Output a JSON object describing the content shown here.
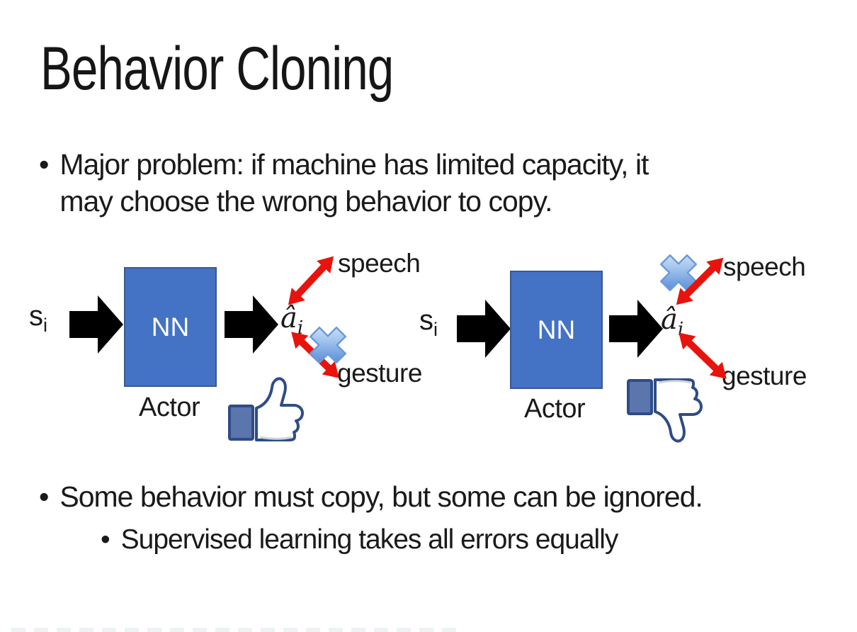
{
  "slide": {
    "title": "Behavior Cloning",
    "bullet_char": "•",
    "bullet1_lines": [
      "Major problem: if machine has limited capacity, it",
      "may choose the wrong behavior to copy."
    ],
    "bullet2": "Some behavior must copy, but some can be ignored.",
    "sub_bullet": "Supervised learning takes all errors equally"
  },
  "diagram": {
    "input_label": "s",
    "input_sub": "i",
    "nn_label": "NN",
    "actor_label": "Actor",
    "output_label": "â",
    "output_sub": "i",
    "speech_label": "speech",
    "gesture_label": "gesture"
  },
  "colors": {
    "nn_fill": "#4472c4",
    "nn_border": "#38598f",
    "arrow_black": "#000000",
    "arrow_red": "#e8130c",
    "x_blue_light": "#cfe2f8",
    "x_blue_dark": "#3c79cf",
    "icon_navy": "#2e4c87",
    "cuff_blue": "#5b76ad",
    "text": "#1a1a1a"
  }
}
